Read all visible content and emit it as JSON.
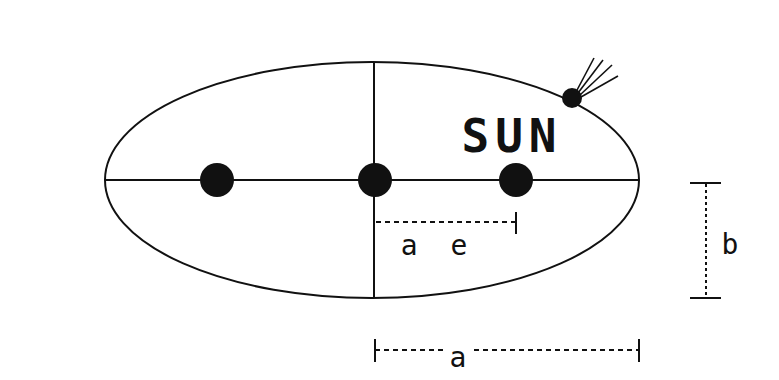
{
  "diagram": {
    "labels": [
      "SUN",
      "a e",
      "b",
      "a"
    ]
  }
}
